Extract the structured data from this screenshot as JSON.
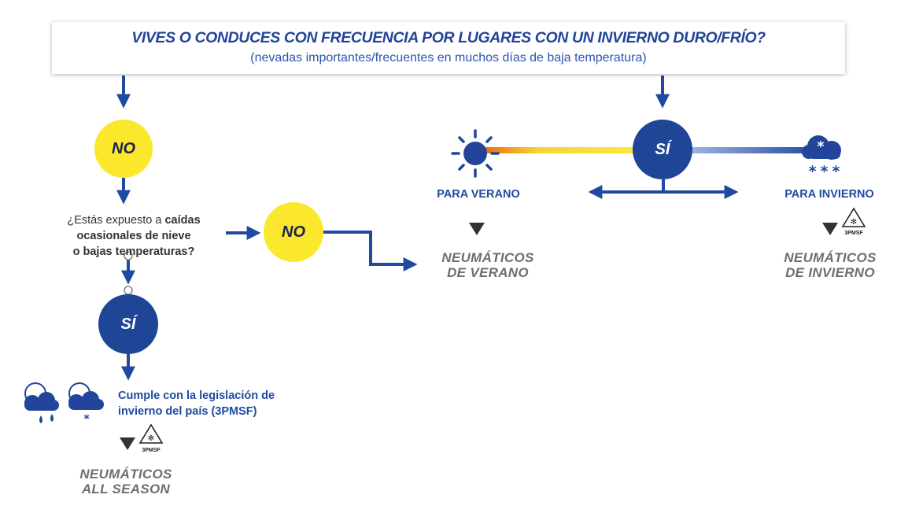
{
  "header": {
    "question": "VIVES O CONDUCES CON FRECUENCIA POR LUGARES CON UN INVIERNO DURO/FRÍO?",
    "subtitle": "(nevadas importantes/frecuentes en muchos días de baja temperatura)"
  },
  "answers": {
    "no": "NO",
    "yes": "SÍ"
  },
  "question2": {
    "prefix": "¿Estás expuesto a ",
    "bold_1": "caídas",
    "bold_2": "ocasionales de nieve",
    "bold_3": "o bajas temperaturas",
    "suffix": "?"
  },
  "summer": {
    "label": "PARA VERANO",
    "result_1": "NEUMÁTICOS",
    "result_2": "DE VERANO"
  },
  "winter": {
    "label": "PARA INVIERNO",
    "result_1": "NEUMÁTICOS",
    "result_2": "DE INVIERNO"
  },
  "allseason": {
    "legislation_1": "Cumple con la legislación de",
    "legislation_2": "invierno del país (3PMSF)",
    "result_1": "NEUMÁTICOS",
    "result_2": "ALL SEASON"
  },
  "badge": {
    "text": "3PMSF"
  },
  "colors": {
    "blue_dark": "#22449a",
    "blue_arrow": "#1f4aa0",
    "yellow": "#fbe72b",
    "orange": "#f0a015",
    "gray_result": "#6e6e6e"
  }
}
